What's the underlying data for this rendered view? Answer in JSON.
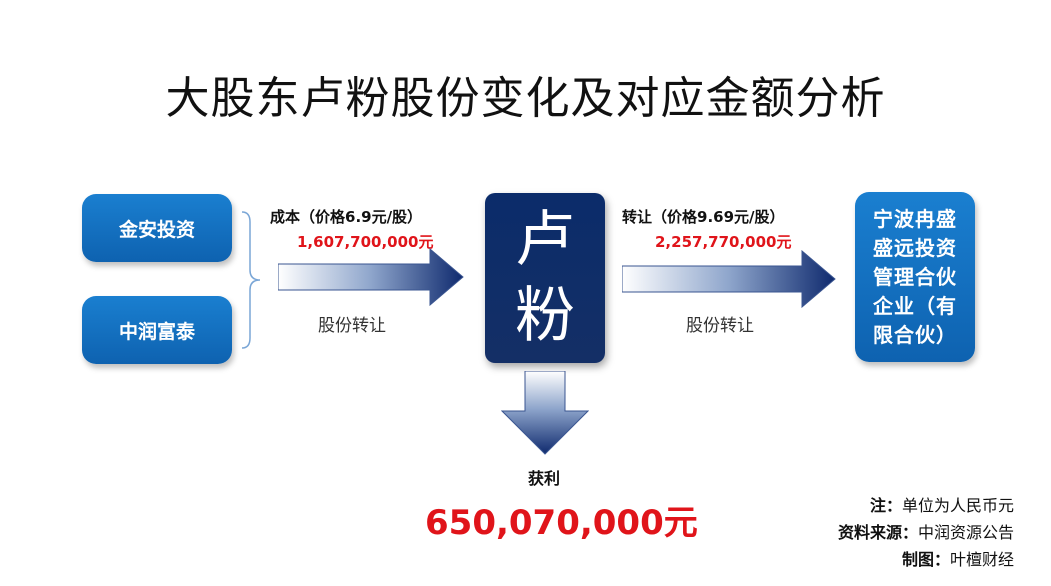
{
  "title": "大股东卢粉股份变化及对应金额分析",
  "sources": [
    "金安投资",
    "中润富泰"
  ],
  "center_label": [
    "卢",
    "粉"
  ],
  "destination_label": "宁波冉盛盛远投资管理合伙企业（有限合伙）",
  "left_transfer": {
    "price_label": "成本（价格6.9元/股）",
    "amount": "1,607,700,000元",
    "action": "股份转让"
  },
  "right_transfer": {
    "price_label": "转让（价格9.69元/股）",
    "amount": "2,257,770,000元",
    "action": "股份转让"
  },
  "profit": {
    "label": "获利",
    "amount": "650,070,000元"
  },
  "notes": [
    {
      "key": "注：",
      "value": "单位为人民币元"
    },
    {
      "key": "资料来源：",
      "value": "中润资源公告"
    },
    {
      "key": "制图：",
      "value": "叶檀财经"
    }
  ],
  "colors": {
    "box_blue": "#0e62b0",
    "center_navy": "#0b2c6a",
    "arrow_navy": "#0f2a6e",
    "amount_red": "#e0141a"
  },
  "icons": [
    "right-arrow-icon",
    "right-arrow-icon",
    "down-arrow-icon"
  ]
}
